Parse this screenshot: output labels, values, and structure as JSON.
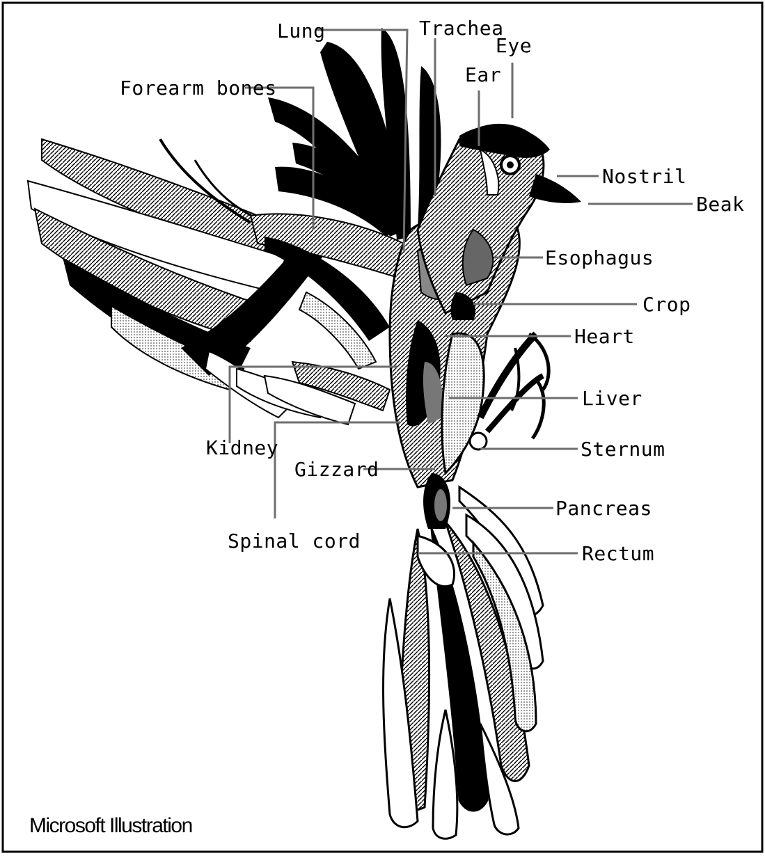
{
  "labels": {
    "lung": "Lung",
    "trachea": "Trachea",
    "eye": "Eye",
    "ear": "Ear",
    "forearm_bones": "Forearm bones",
    "nostril": "Nostril",
    "beak": "Beak",
    "esophagus": "Esophagus",
    "crop": "Crop",
    "heart": "Heart",
    "liver": "Liver",
    "kidney": "Kidney",
    "sternum": "Sternum",
    "gizzard": "Gizzard",
    "pancreas": "Pancreas",
    "spinal_cord": "Spinal cord",
    "rectum": "Rectum"
  },
  "credit": "Microsoft Illustration",
  "colors": {
    "ink": "#000000",
    "leader": "#6e6e6e",
    "liver_fill": "#cfcfcf",
    "border": "#000000"
  }
}
